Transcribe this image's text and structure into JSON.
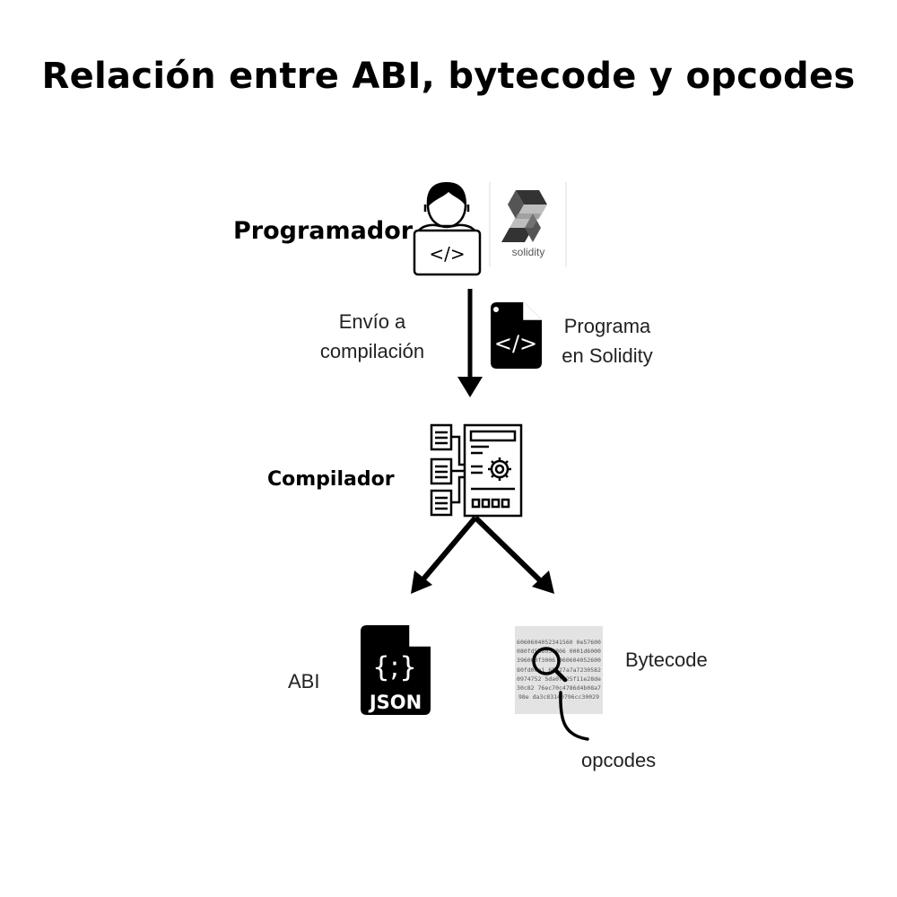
{
  "title": "Relación entre ABI, bytecode y opcodes",
  "labels": {
    "programador": "Programador",
    "envio_line1": "Envío a",
    "envio_line2": "compilación",
    "programa_line1": "Programa",
    "programa_line2": "en Solidity",
    "compilador": "Compilador",
    "abi": "ABI",
    "bytecode": "Bytecode",
    "opcodes": "opcodes"
  },
  "solidity_logo": {
    "text": "solidity"
  },
  "code_glyph": "</>",
  "json_icon": {
    "braces": "{;}",
    "text": "JSON"
  },
  "bytecode_sample": "6060604052341560 0e57600080fd5b6036806 0001d6000396000f3006 06060405260080fd00a1 65627a7a72305820974752 5da0f525f11e28de30c82 76ec70c4786d4b08a798e da3c83140796cc30029",
  "icons": [
    "programmer-icon",
    "solidity-logo",
    "solidity-file-icon",
    "compiler-icon",
    "json-file-icon",
    "magnifier-icon",
    "arrow-down-icon",
    "arrow-split-icon"
  ]
}
